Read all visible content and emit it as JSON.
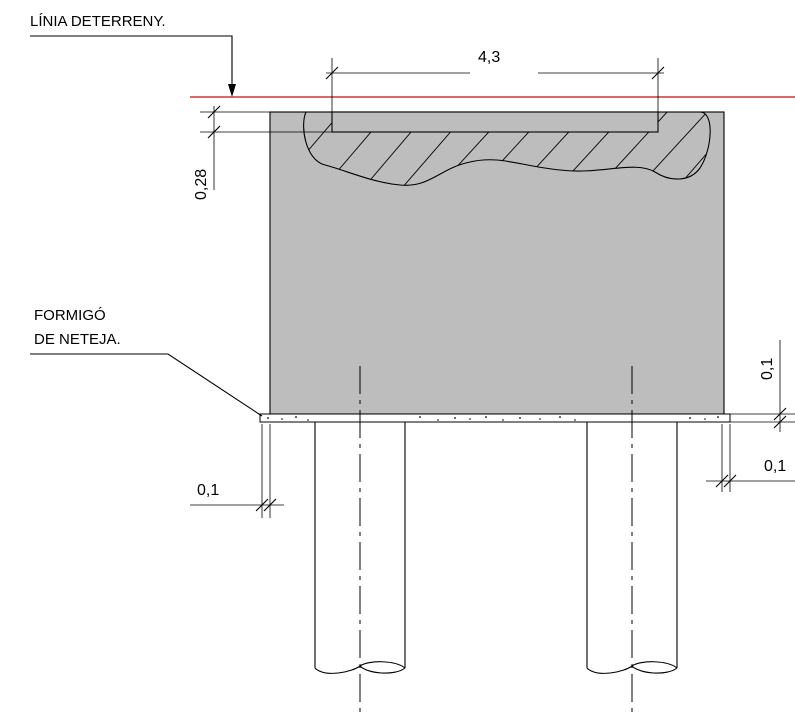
{
  "labels": {
    "terrain_line": "LÍNIA DETERRENY.",
    "lean_concrete_line1": "FORMIGÓ",
    "lean_concrete_line2": "DE NETEJA."
  },
  "dimensions": {
    "top_width": "4,3",
    "recess_depth": "0,28",
    "lean_left": "0,1",
    "right_thickness": "0,1",
    "right_offset": "0,1"
  },
  "colors": {
    "terrain_line": "#c83c32",
    "concrete_fill": "#bdbdbd",
    "outline": "#000000"
  }
}
